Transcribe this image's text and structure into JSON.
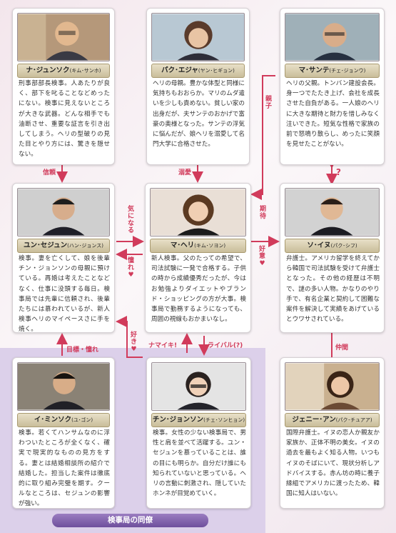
{
  "characters": {
    "na": {
      "name": "ナ･ジュンソク",
      "reading": "(キム･サンホ)",
      "desc": "刑事部部長検事。人あたりが良く、部下を叱ることなどめったにない。検事に見えないところが大きな武器。どんな相手でも油断させ、重要な証言を引き出してしまう。ヘリの型破りの見た目とやり方には、驚きを隠せない。"
    },
    "park": {
      "name": "パク･エジャ",
      "reading": "(ヤン･ヒギョン)",
      "desc": "ヘリの母親。豊かな体型と同様に気持ちもおおらか。マリのムダ遣いを少しも責めない。貧しい家の出身だが、夫サンテのおかげで富豪の奥様となった。サンテの浮気に悩んだが、娘ヘリを溺愛して名門大学に合格させた。"
    },
    "ma_sante": {
      "name": "マ･サンテ",
      "reading": "(チェ･ジョンウ)",
      "desc": "ヘリの父親。トンバン建設会長。身一つでたたき上げ、会社を成長させた自負がある。一人娘のヘリに大きな期待と財力を惜しみなく注いできた。短気な性格で家族の前で怒鳴り散らし、めったに笑顔を見せたことがない。"
    },
    "yoon": {
      "name": "ユン･セジュン",
      "reading": "(ハン･ジョンス)",
      "desc": "検事。妻を亡くして、娘を後輩チン・ジョンソンの母親に預けている。再婚は考えたことなどなく、仕事に没頭する毎日。検事局では先輩に信頼され、後輩たちには慕われているが、新人検事ヘリのマイペースさに手を焼く。"
    },
    "mahyeri": {
      "name": "マ･ヘリ",
      "reading": "(キム･ソヨン)",
      "desc": "新人検事。父のたっての希望で、司法試験に一発で合格する。子供の時から成績優秀だったが、今はお勉強よりダイエットやブランド・ショッピングの方が大事。検事局で勤務するようになっても、周囲の視線もおかまいなし。"
    },
    "so": {
      "name": "ソ･イヌ",
      "reading": "(パク･シフ)",
      "desc": "弁護士。アメリカ留学を終えてから韓国で司法試験を受けて弁護士となった。その他の経歴は不明で、謎の多い人物。かなりのやり手で、有名企業と契約して困難な案件を解決して実績をあげているとウワサされている。"
    },
    "lee": {
      "name": "イ･ミンソク",
      "reading": "(ユ･ゴン)",
      "desc": "検事。若くてハンサムなのに浮わついたところが全くなく、確実で現実的なものの見方をする。妻とは結婚相談所の紹介で結婚した。担当した案件は徹底的に取り組み完璧を期す。クールなところは、セジュンの影響が強い。"
    },
    "chin": {
      "name": "チン･ジョンソン",
      "reading": "(チェ･ソンヒョン)",
      "desc": "検事。女性の少ない検事局で、男性と肩を並べて活躍する。ユン・セジュンを慕っていることは、誰の目にも明らか。自分だけ誰にも知られていないと思っている。ヘリの言動に刺激され、隠していたホンネが目覚めていく。"
    },
    "jenny": {
      "name": "ジェニー･アン",
      "reading": "(パク･チュアア)",
      "desc": "国際弁護士。イヌの恋人か親友か家族か、正体不明の美女。イヌの過去を最もよく知る人物。いつもイヌのそばにいて、現状分析しアドバイスする。赤ん坊の時に養子縁組でアメリカに渡ったため、韓国に知人はいない。"
    }
  },
  "relations": {
    "shinrai": "信頼",
    "dekiai": "溺愛",
    "oya": "親子",
    "kiki": "期待",
    "q": "?",
    "kininaru": "気になる",
    "akogare": "憧れ♥",
    "koui": "好意♥",
    "mokuhyo": "目標・憧れ",
    "suki": "好き♥",
    "namaiki": "ナマイキ!",
    "rival": "ライバル(?)",
    "nakama": "仲間"
  },
  "footer": "検事局の同僚",
  "colors": {
    "accent": "#d13b5b",
    "group": "#dcd0ea",
    "namebar": "#c9bd9a"
  }
}
